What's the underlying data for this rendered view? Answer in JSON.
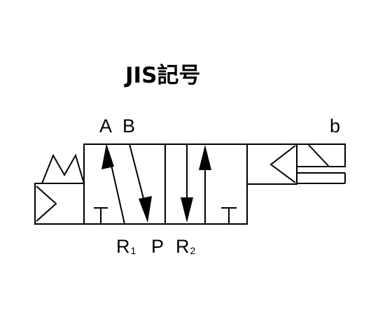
{
  "title": "JIS記号",
  "labels": {
    "A": "A",
    "B": "B",
    "b": "b",
    "R1": "R",
    "R1_sub": "1",
    "P": "P",
    "R2": "R",
    "R2_sub": "2"
  },
  "colors": {
    "line": "#000000",
    "background": "#ffffff"
  }
}
